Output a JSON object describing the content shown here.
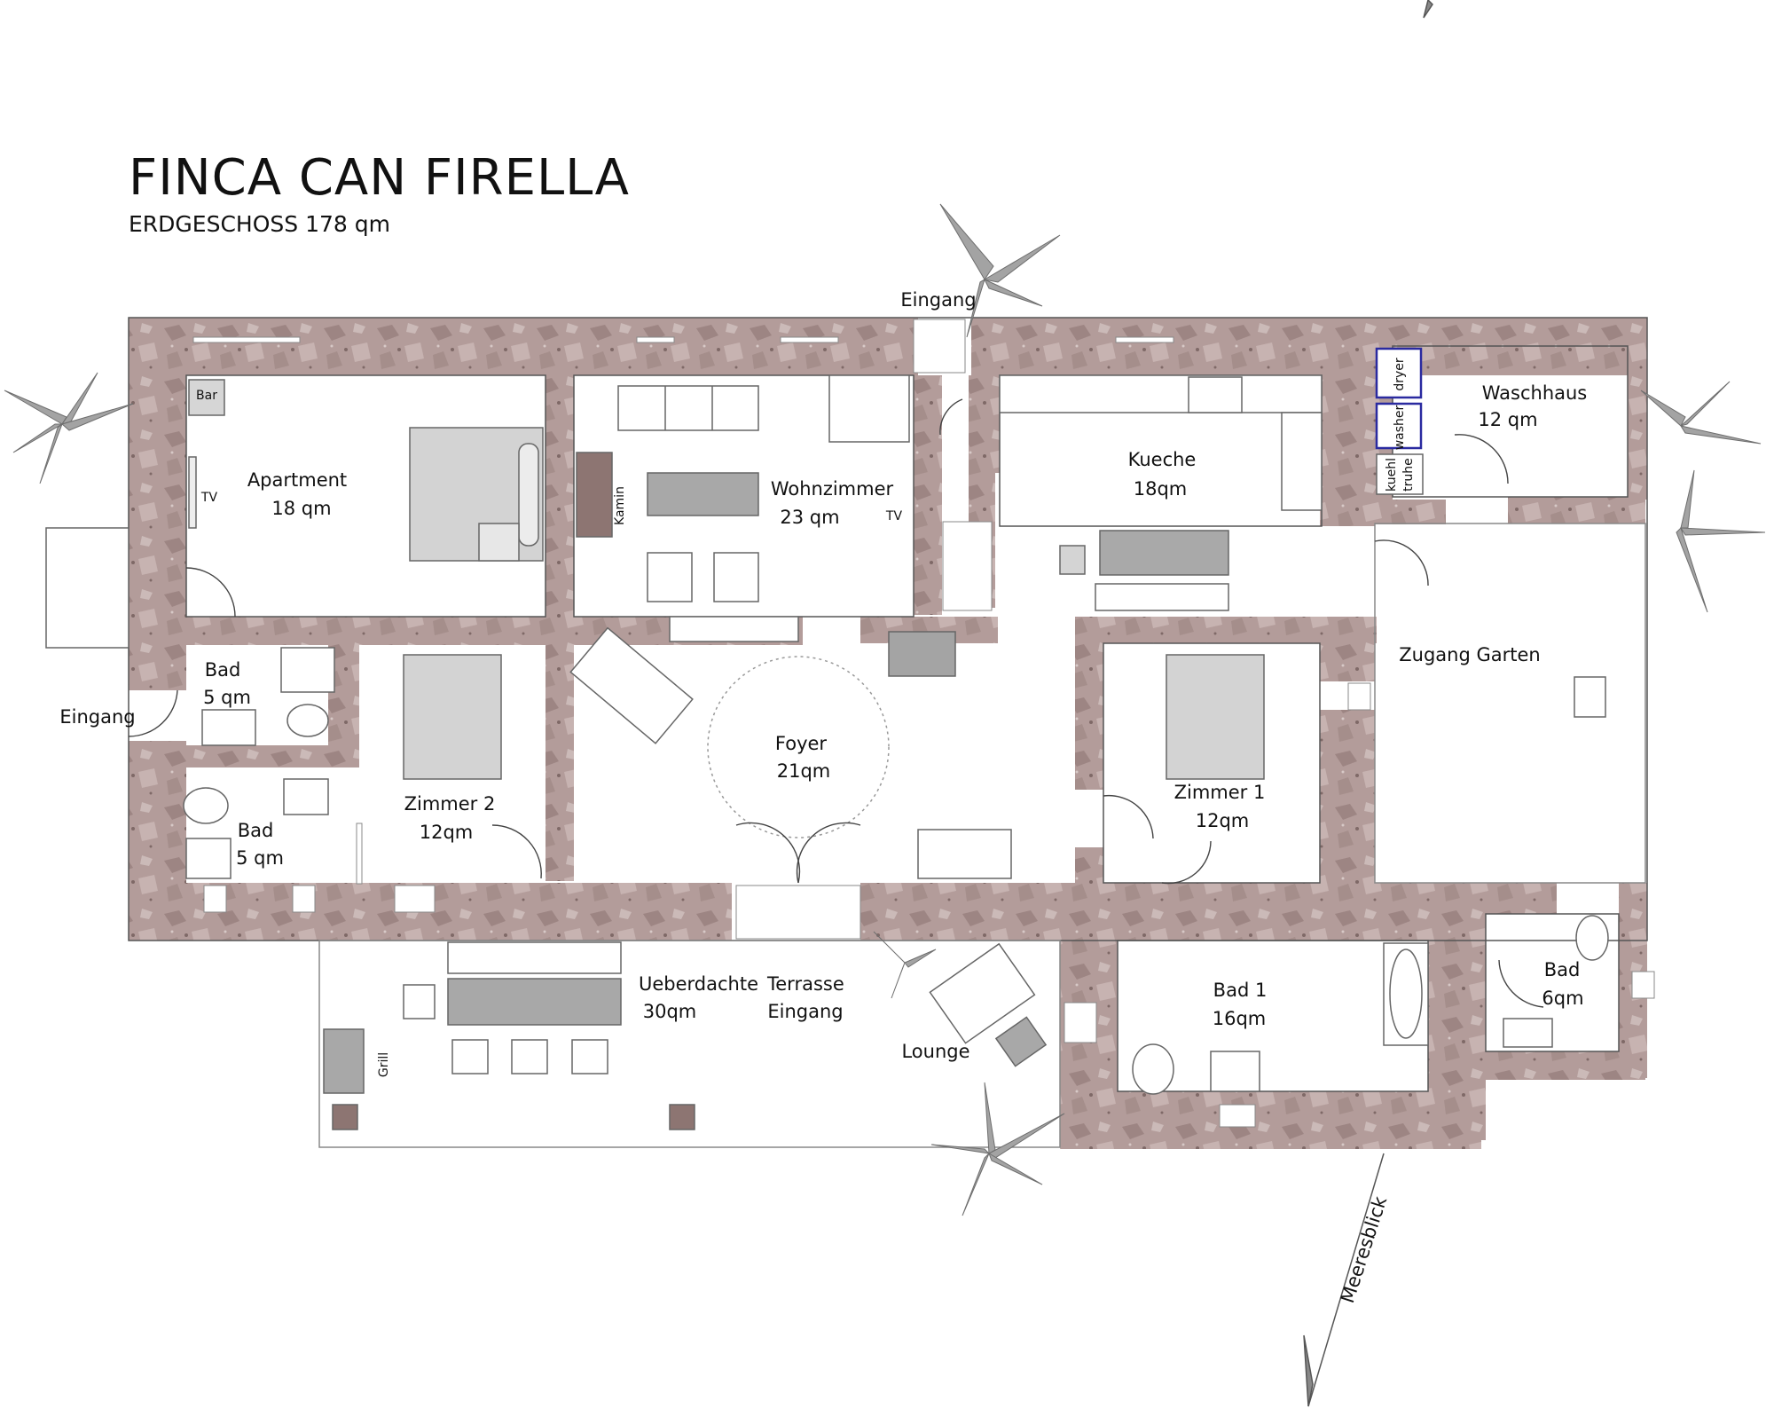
{
  "title": "FINCA CAN FIRELLA",
  "subtitle": "ERDGESCHOSS 178 qm",
  "colors": {
    "wall": "#b29a98",
    "wall_dark": "#8e7774",
    "furniture": "#cfcfcf",
    "plant": "#9c9c9c"
  },
  "rooms": {
    "apartment": {
      "name": "Apartment",
      "area": "18 qm"
    },
    "wohnzimmer": {
      "name": "Wohnzimmer",
      "area": "23 qm"
    },
    "kueche": {
      "name": "Kueche",
      "area": "18qm"
    },
    "waschhaus": {
      "name": "Waschhaus",
      "area": "12 qm"
    },
    "bad_top": {
      "name": "Bad",
      "area": "5 qm"
    },
    "bad_mid": {
      "name": "Bad",
      "area": "5 qm"
    },
    "zimmer2": {
      "name": "Zimmer 2",
      "area": "12qm"
    },
    "foyer": {
      "name": "Foyer",
      "area": "21qm"
    },
    "zimmer1": {
      "name": "Zimmer 1",
      "area": "12qm"
    },
    "zugang_garten": {
      "name": "Zugang Garten"
    },
    "bad1": {
      "name": "Bad 1",
      "area": "16qm"
    },
    "bad_right": {
      "name": "Bad",
      "area": "6qm"
    },
    "terrasse": {
      "name": "Ueberdachte",
      "area": "30qm"
    }
  },
  "labels": {
    "eingang_top": "Eingang",
    "eingang_left": "Eingang",
    "terrasse_line1b": "Terrasse",
    "terrasse_eingang": "Eingang",
    "lounge": "Lounge",
    "meeresblick": "Meeresblick",
    "bar": "Bar",
    "tv_apartment": "TV",
    "tv_wohn": "TV",
    "kamin": "Kamin",
    "grill": "Grill",
    "dryer": "dryer",
    "washer": "washer",
    "kuehl": "kuehl",
    "truhe": "truhe"
  }
}
